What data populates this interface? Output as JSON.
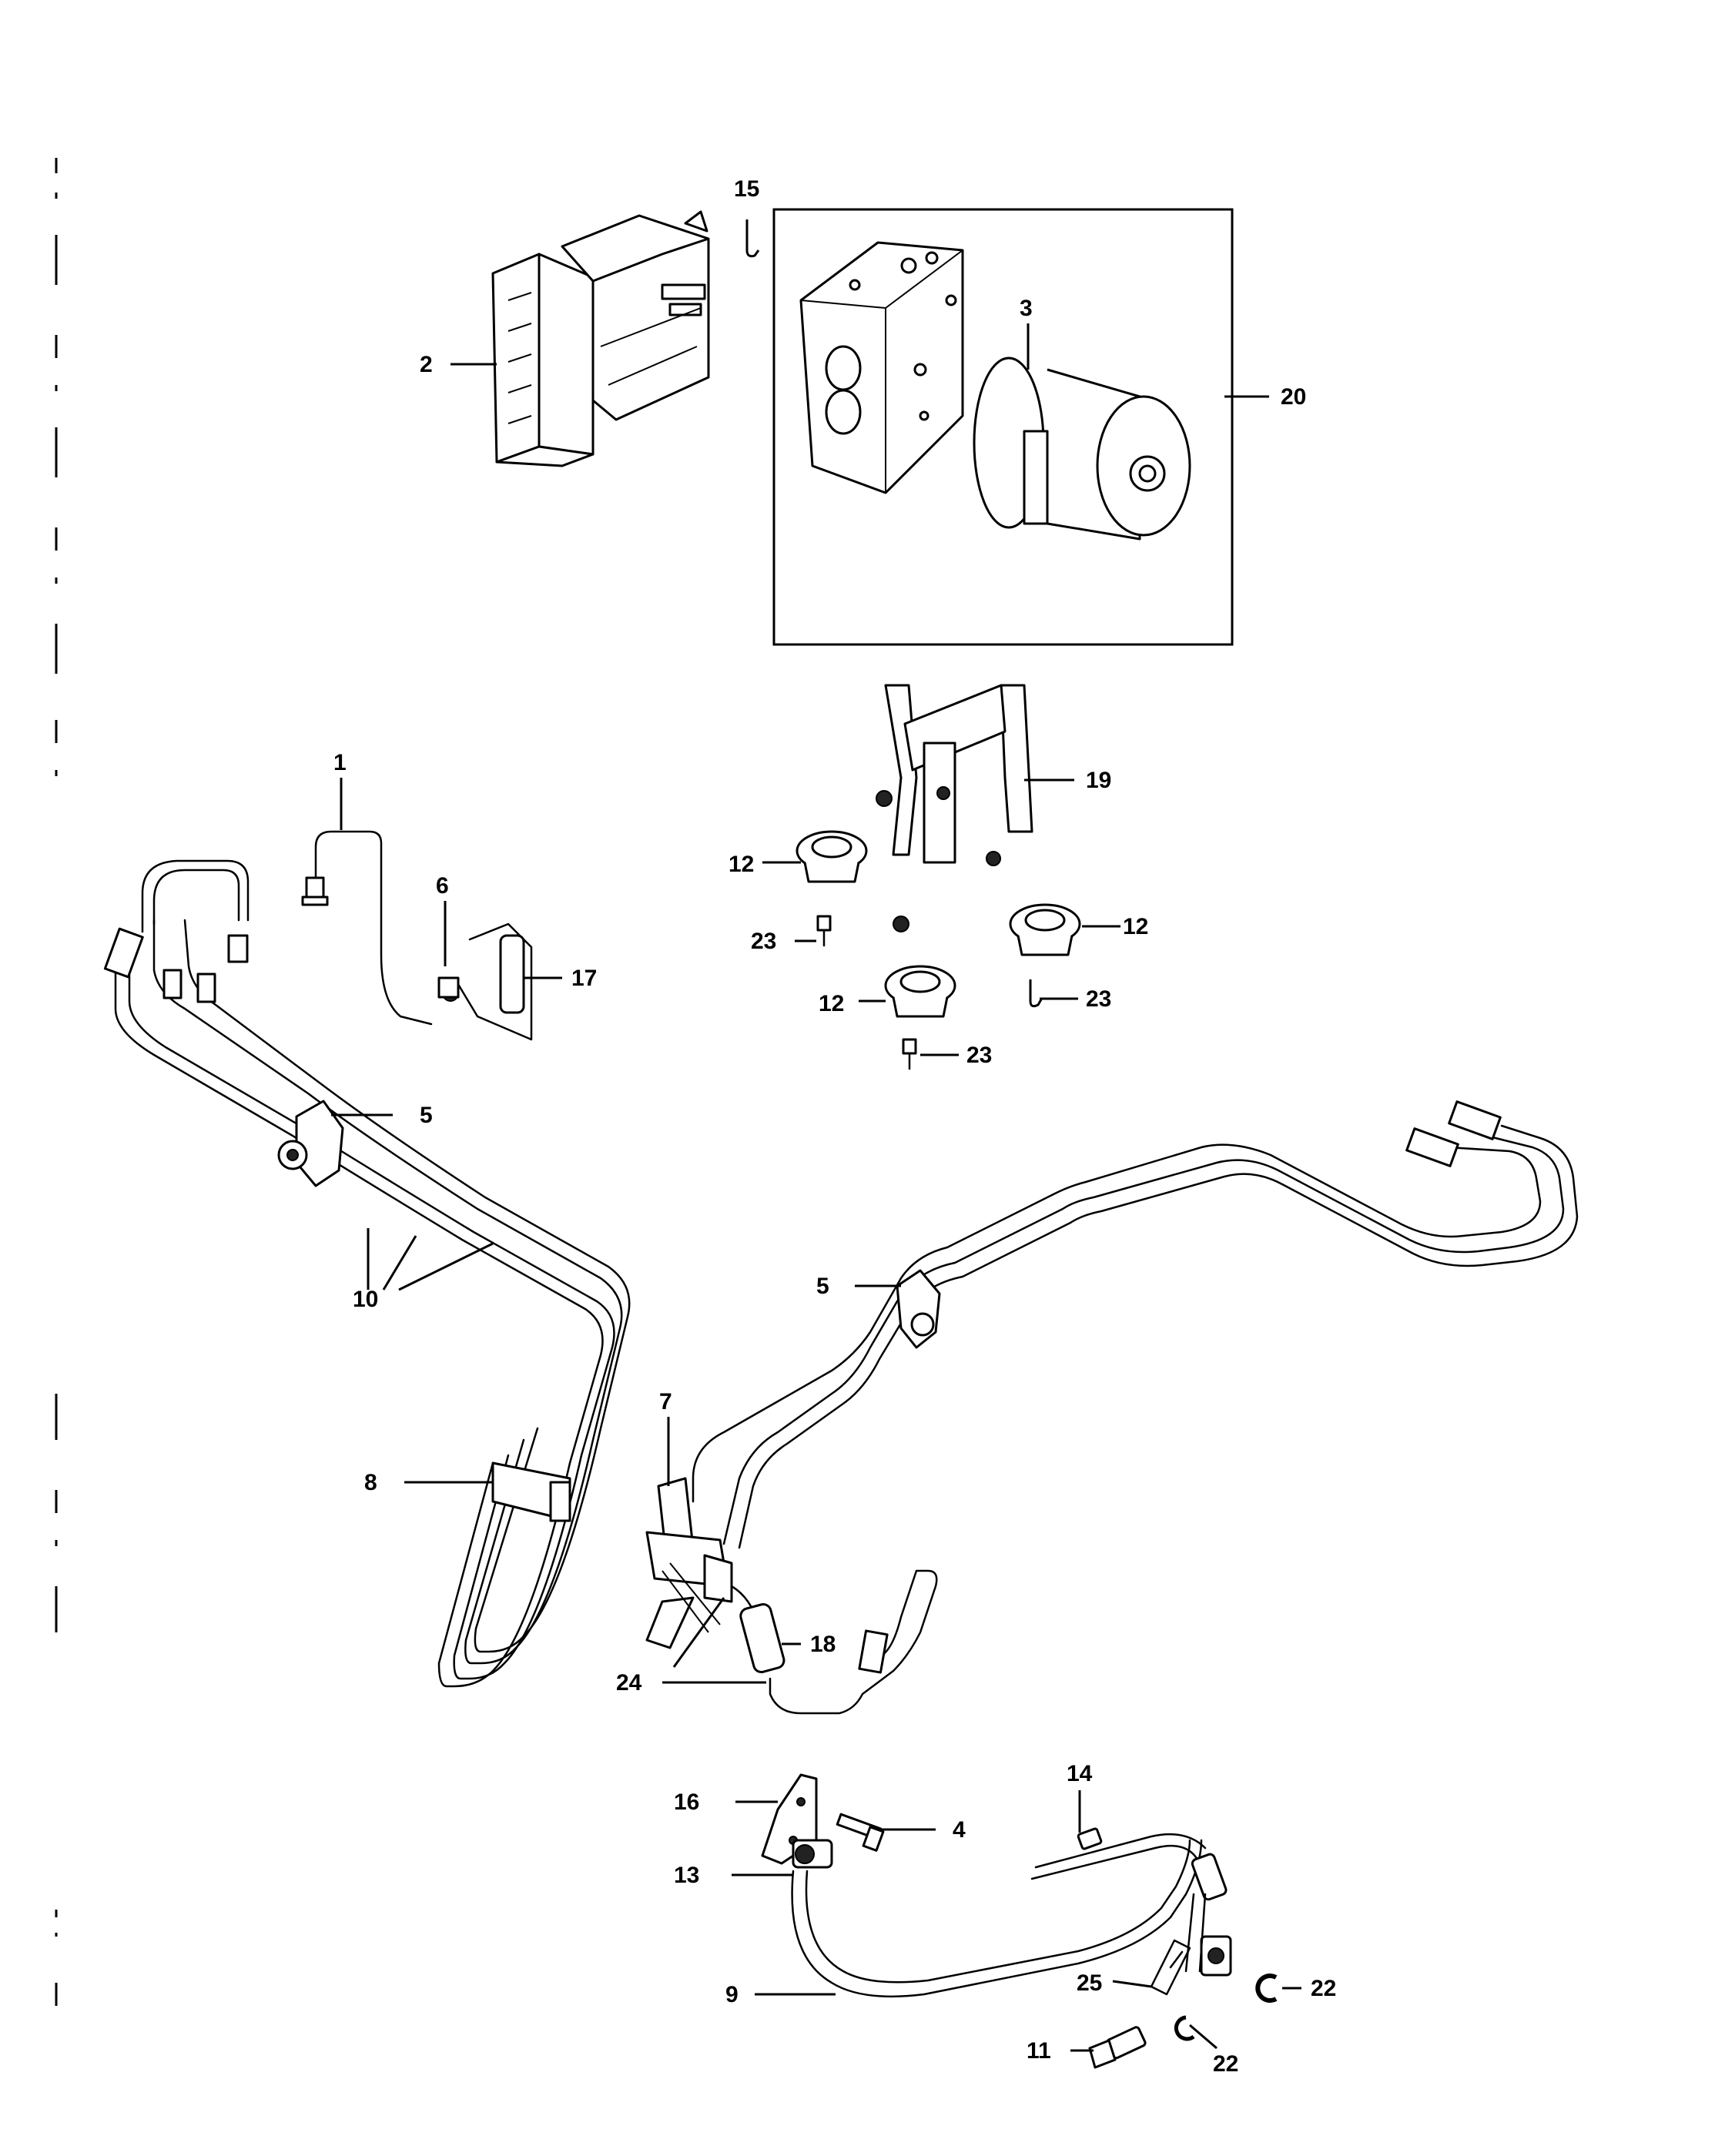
{
  "callouts": {
    "c1": "1",
    "c2": "2",
    "c3": "3",
    "c4": "4",
    "c5a": "5",
    "c5b": "5",
    "c6": "6",
    "c7": "7",
    "c8": "8",
    "c9": "9",
    "c10": "10",
    "c11": "11",
    "c12a": "12",
    "c12b": "12",
    "c12c": "12",
    "c13": "13",
    "c14": "14",
    "c15": "15",
    "c16": "16",
    "c17": "17",
    "c18": "18",
    "c19": "19",
    "c20": "20",
    "c22a": "22",
    "c22b": "22",
    "c23a": "23",
    "c23b": "23",
    "c23c": "23",
    "c24": "24",
    "c25": "25"
  },
  "colors": {
    "line": "#000000",
    "background": "#ffffff"
  }
}
